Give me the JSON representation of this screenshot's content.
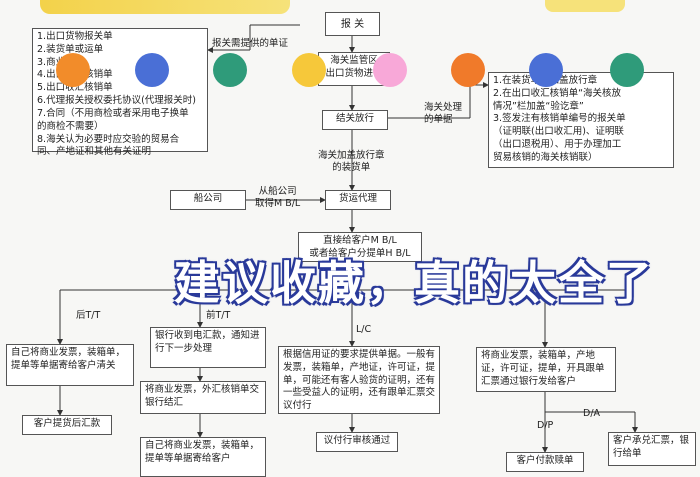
{
  "boxes": {
    "customs": "报 关",
    "docs_left": [
      "1.出口货物报关单",
      "2.装货单或运单",
      "3.商业发票",
      "4.出口收汇核销单",
      "5.出口收汇核销单",
      "6.代理报关授权委托协议(代理报关时)",
      "7.合同（不用商检或者采用电子换单",
      "的商检不需要）",
      "8.海关认为必要时应交验的贸易合",
      "同、产地证和其他有关证明"
    ],
    "inspect": "海关监管区\n出口货物进行",
    "release": "结关放行",
    "docs_right": [
      "1.在装货单上加盖放行章",
      "2.在出口收汇核销单“海关核放",
      "情况”栏加盖“验讫章”",
      "3.签发注有核销单编号的报关单",
      "（证明联(出口收汇用)、证明联",
      "（出口退税用）、用于办理加工",
      "贸易核销的海关核销联）"
    ],
    "shipping_company": "船公司",
    "freight_agent": "货运代理",
    "bl": "直接给客户M B/L\n或者给客户分提单H B/L",
    "left1": "自己将商业发票，装箱单，提单等单据寄给客户清关",
    "left2": "客户提货后汇款",
    "mid1": "银行收到电汇款，通知进行下一步处理",
    "mid2": "将商业发票，外汇核销单交银行结汇",
    "mid3": "自己将商业发票，装箱单，提单等单据寄给客户",
    "lc1": "根据信用证的要求提供单据。一般有发票，装箱单，产地证，许可证，提单，可能还有客人验货的证明，还有一些受益人的证明，还有跟单汇票交议付行",
    "lc2": "议付行审核通过",
    "right1": "将商业发票，装箱单，产地证，许可证，提单，开具跟单汇票通过银行发给客户",
    "dp_box": "客户付款赎单",
    "da_box": "客户承兑汇票，银行给单"
  },
  "labels": {
    "customs_docs": "报关需提供的单证",
    "customs_handling": "海关处理\n的单据",
    "stamped_bill": "海关加盖放行章\n的装货单",
    "from_shipping": "从船公司\n取得M B/L",
    "tt_left": "后T/T",
    "tt_mid": "前T/T",
    "lc": "L/C",
    "dp": "D/P",
    "da": "D/A"
  },
  "banner": "建议收藏，真的太全了",
  "dot_colors": [
    "#f28c2a",
    "#4a6fd6",
    "#2f9b7a",
    "#f6c83a",
    "#f8a8d8",
    "#f07a2a",
    "#4a6fd6",
    "#2f9b7a"
  ]
}
